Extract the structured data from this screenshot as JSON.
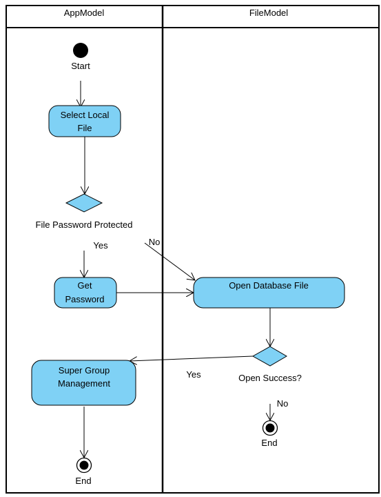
{
  "colors": {
    "node_fill": "#7fd1f5",
    "line": "#000000",
    "background": "#ffffff"
  },
  "lanes": {
    "left": "AppModel",
    "right": "FileModel"
  },
  "nodes": {
    "start": "Start",
    "select_local_file": [
      "Select Local",
      "File"
    ],
    "password_decision": "File Password Protected",
    "get_password": [
      "Get",
      "Password"
    ],
    "open_database_file": "Open Database File",
    "open_success_decision": "Open Success?",
    "super_group_management": [
      "Super Group",
      "Management"
    ],
    "end_left": "End",
    "end_right": "End"
  },
  "edges": {
    "password_yes": "Yes",
    "password_no": "No",
    "open_yes": "Yes",
    "open_no": "No"
  }
}
